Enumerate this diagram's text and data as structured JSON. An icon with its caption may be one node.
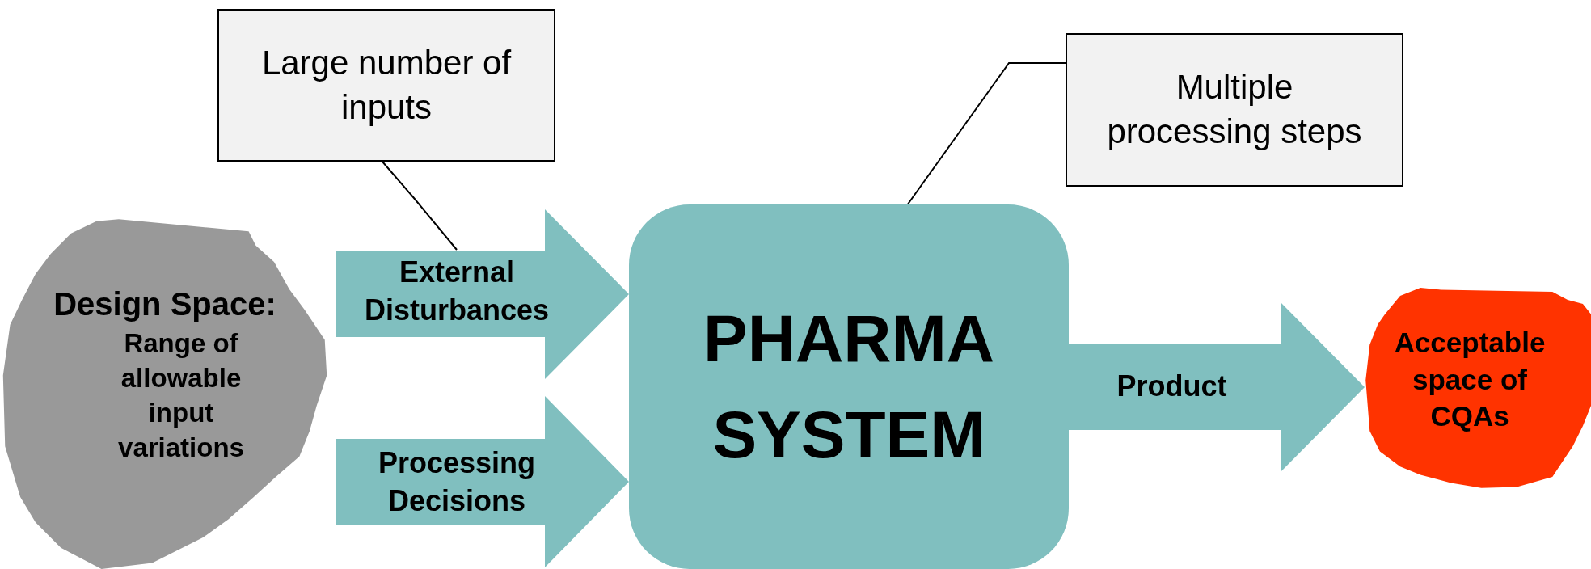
{
  "diagram": {
    "nodes": [
      {
        "text": [
          "Design Space:",
          "Range of allowable input variations"
        ]
      },
      {
        "text": [
          "Large number of inputs"
        ]
      },
      {
        "text": [
          "Multiple processing steps"
        ]
      },
      {
        "text": [
          "PHARMA SYSTEM"
        ]
      },
      {
        "text": [
          "Acceptable space of CQAs"
        ]
      }
    ],
    "edges": [
      {
        "from": 0,
        "to": 3,
        "arrow": "to",
        "label": "External Disturbances",
        "style": "thick"
      },
      {
        "from": 0,
        "to": 3,
        "arrow": "to",
        "label": "Processing Decisions",
        "style": "thick"
      },
      {
        "from": 3,
        "to": 4,
        "arrow": "to",
        "label": "Product",
        "style": "thick"
      },
      {
        "from": 1,
        "to": null,
        "arrow": "none",
        "color": "#000000"
      },
      {
        "from": 2,
        "to": 3,
        "arrow": "none",
        "color": "#000000"
      }
    ]
  }
}
